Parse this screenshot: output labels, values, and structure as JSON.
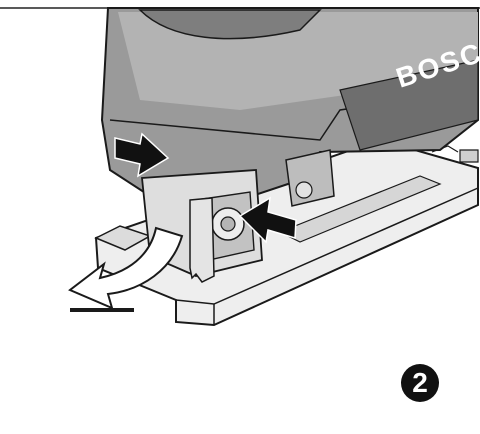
{
  "illustration": {
    "brand_text": "BOSCH",
    "step_number": "2",
    "icons": [
      "press-arrow-left",
      "press-arrow-right",
      "pull-out-arrow"
    ]
  },
  "colors": {
    "line": "#1a1a1a",
    "body_dark": "#7c7c7c",
    "body_mid": "#a6a6a6",
    "body_light": "#d4d4d4",
    "plate": "#e9e9e9",
    "background": "#ffffff"
  }
}
